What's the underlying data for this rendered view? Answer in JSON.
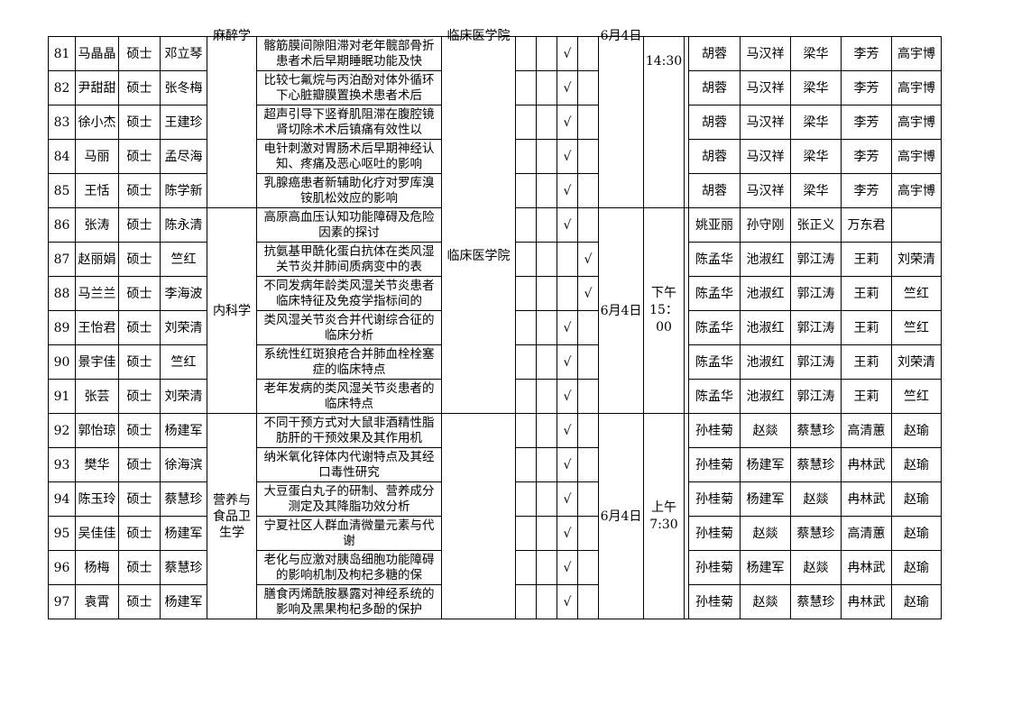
{
  "rows": [
    {
      "no": "81",
      "name": "马晶晶",
      "degree": "硕士",
      "advisor": "邓立琴",
      "title": "髂筋膜间隙阻滞对老年髋部骨折患者术后早期睡眠功能及快",
      "check": "√",
      "check_col": 2,
      "committee": [
        "胡蓉",
        "马汉祥",
        "梁华",
        "李芳",
        "高宇博"
      ]
    },
    {
      "no": "82",
      "name": "尹甜甜",
      "degree": "硕士",
      "advisor": "张冬梅",
      "title": "比较七氟烷与丙泊酚对体外循环下心脏瓣膜置换术患者术后",
      "check": "√",
      "check_col": 2,
      "committee": [
        "胡蓉",
        "马汉祥",
        "梁华",
        "李芳",
        "高宇博"
      ]
    },
    {
      "no": "83",
      "name": "徐小杰",
      "degree": "硕士",
      "advisor": "王建珍",
      "title": "超声引导下竖脊肌阻滞在腹腔镜肾切除术术后镇痛有效性以",
      "check": "√",
      "check_col": 2,
      "committee": [
        "胡蓉",
        "马汉祥",
        "梁华",
        "李芳",
        "高宇博"
      ]
    },
    {
      "no": "84",
      "name": "马丽",
      "degree": "硕士",
      "advisor": "孟尽海",
      "title": "电针刺激对胃肠术后早期神经认知、疼痛及恶心呕吐的影响",
      "check": "√",
      "check_col": 2,
      "committee": [
        "胡蓉",
        "马汉祥",
        "梁华",
        "李芳",
        "高宇博"
      ]
    },
    {
      "no": "85",
      "name": "王恬",
      "degree": "硕士",
      "advisor": "陈学新",
      "title": "乳腺癌患者新辅助化疗对罗库溴铵肌松效应的影响",
      "check": "√",
      "check_col": 2,
      "committee": [
        "胡蓉",
        "马汉祥",
        "梁华",
        "李芳",
        "高宇博"
      ]
    },
    {
      "no": "86",
      "name": "张涛",
      "degree": "硕士",
      "advisor": "陈永清",
      "title": "高原高血压认知功能障碍及危险因素的探讨",
      "check": "√",
      "check_col": 2,
      "committee": [
        "姚亚丽",
        "孙守刚",
        "张正义",
        "万东君",
        ""
      ]
    },
    {
      "no": "87",
      "name": "赵丽娟",
      "degree": "硕士",
      "advisor": "竺红",
      "title": "抗氨基甲酰化蛋白抗体在类风湿关节炎并肺间质病变中的表",
      "check": "√",
      "check_col": 3,
      "committee": [
        "陈孟华",
        "池淑红",
        "郭江涛",
        "王莉",
        "刘荣清"
      ]
    },
    {
      "no": "88",
      "name": "马兰兰",
      "degree": "硕士",
      "advisor": "李海波",
      "title": "不同发病年龄类风湿关节炎患者临床特征及免疫学指标间的",
      "check": "√",
      "check_col": 3,
      "committee": [
        "陈孟华",
        "池淑红",
        "郭江涛",
        "王莉",
        "竺红"
      ]
    },
    {
      "no": "89",
      "name": "王怡君",
      "degree": "硕士",
      "advisor": "刘荣清",
      "title": "类风湿关节炎合并代谢综合征的临床分析",
      "check": "√",
      "check_col": 2,
      "committee": [
        "陈孟华",
        "池淑红",
        "郭江涛",
        "王莉",
        "竺红"
      ]
    },
    {
      "no": "90",
      "name": "景宇佳",
      "degree": "硕士",
      "advisor": "竺红",
      "title": "系统性红斑狼疮合并肺血栓栓塞症的临床特点",
      "check": "√",
      "check_col": 2,
      "committee": [
        "陈孟华",
        "池淑红",
        "郭江涛",
        "王莉",
        "刘荣清"
      ]
    },
    {
      "no": "91",
      "name": "张芸",
      "degree": "硕士",
      "advisor": "刘荣清",
      "title": "老年发病的类风湿关节炎患者的临床特点",
      "check": "√",
      "check_col": 2,
      "committee": [
        "陈孟华",
        "池淑红",
        "郭江涛",
        "王莉",
        "竺红"
      ]
    },
    {
      "no": "92",
      "name": "郭怡琼",
      "degree": "硕士",
      "advisor": "杨建军",
      "title": "不同干预方式对大鼠非酒精性脂肪肝的干预效果及其作用机",
      "check": "√",
      "check_col": 2,
      "committee": [
        "孙桂菊",
        "赵燚",
        "蔡慧珍",
        "高清蕙",
        "赵瑜"
      ]
    },
    {
      "no": "93",
      "name": "樊华",
      "degree": "硕士",
      "advisor": "徐海滨",
      "title": "纳米氧化锌体内代谢特点及其经口毒性研究",
      "check": "√",
      "check_col": 2,
      "committee": [
        "孙桂菊",
        "杨建军",
        "蔡慧珍",
        "冉林武",
        "赵瑜"
      ]
    },
    {
      "no": "94",
      "name": "陈玉玲",
      "degree": "硕士",
      "advisor": "蔡慧珍",
      "title": "大豆蛋白丸子的研制、营养成分测定及其降脂功效分析",
      "check": "√",
      "check_col": 2,
      "committee": [
        "孙桂菊",
        "杨建军",
        "赵燚",
        "冉林武",
        "赵瑜"
      ]
    },
    {
      "no": "95",
      "name": "吴佳佳",
      "degree": "硕士",
      "advisor": "杨建军",
      "title": "宁夏社区人群血清微量元素与代谢",
      "check": "√",
      "check_col": 2,
      "committee": [
        "孙桂菊",
        "赵燚",
        "蔡慧珍",
        "高清蕙",
        "赵瑜"
      ]
    },
    {
      "no": "96",
      "name": "杨梅",
      "degree": "硕士",
      "advisor": "蔡慧珍",
      "title": "老化与应激对胰岛细胞功能障碍的影响机制及枸杞多糖的保",
      "check": "√",
      "check_col": 2,
      "committee": [
        "孙桂菊",
        "杨建军",
        "赵燚",
        "冉林武",
        "赵瑜"
      ]
    },
    {
      "no": "97",
      "name": "袁霄",
      "degree": "硕士",
      "advisor": "杨建军",
      "title": "膳食丙烯酰胺暴露对神经系统的影响及黑果枸杞多酚的保护",
      "check": "√",
      "check_col": 2,
      "committee": [
        "孙桂菊",
        "赵燚",
        "蔡慧珍",
        "冉林武",
        "赵瑜"
      ]
    }
  ],
  "groups": [
    {
      "major": "麻醉学",
      "school": "临床医学院",
      "date": "6月4日",
      "time": "14:30"
    },
    {
      "major": "内科学",
      "school": "临床医学院",
      "date": "6月4日",
      "time": "下午15：00"
    },
    {
      "major": "营养与食品卫生学",
      "school": "",
      "date": "6月4日",
      "time": "上午7:30"
    }
  ]
}
